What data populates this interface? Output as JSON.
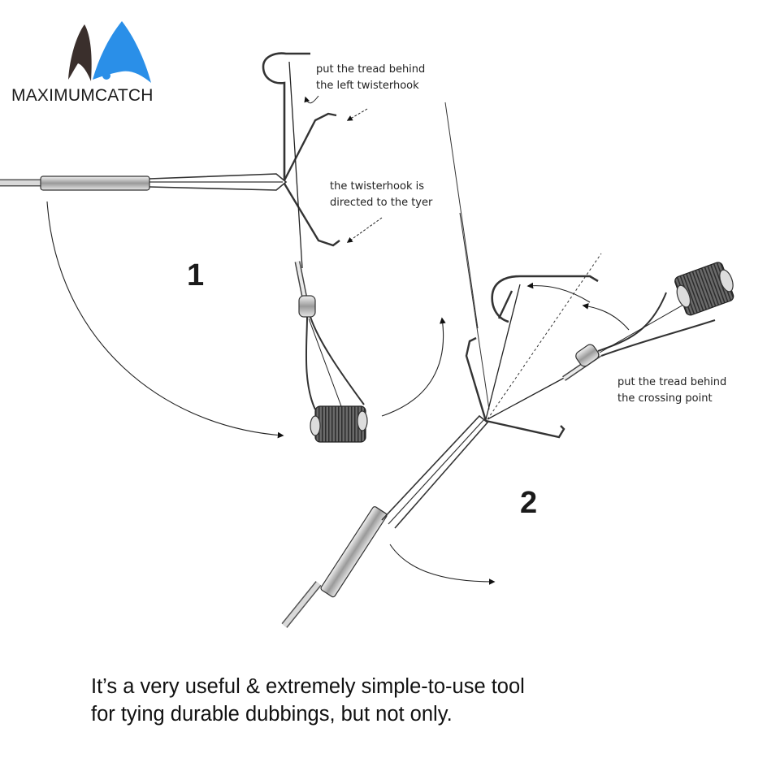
{
  "brand": {
    "name": "MAXIMUMCATCH",
    "colors": {
      "logo_dark": "#3a2f2c",
      "logo_blue": "#2a8fe8"
    }
  },
  "steps": [
    {
      "number": "1"
    },
    {
      "number": "2"
    }
  ],
  "annotations": {
    "left_hook_line1": "put the tread behind",
    "left_hook_line2": "the left twisterhook",
    "directed_line1": "the twisterhook is",
    "directed_line2": "directed to the tyer",
    "crossing_line1": "put the tread behind",
    "crossing_line2": "the crossing point"
  },
  "caption": {
    "line1": "It’s a very useful & extremely simple-to-use tool",
    "line2": "for tying durable dubbings, but not only."
  }
}
